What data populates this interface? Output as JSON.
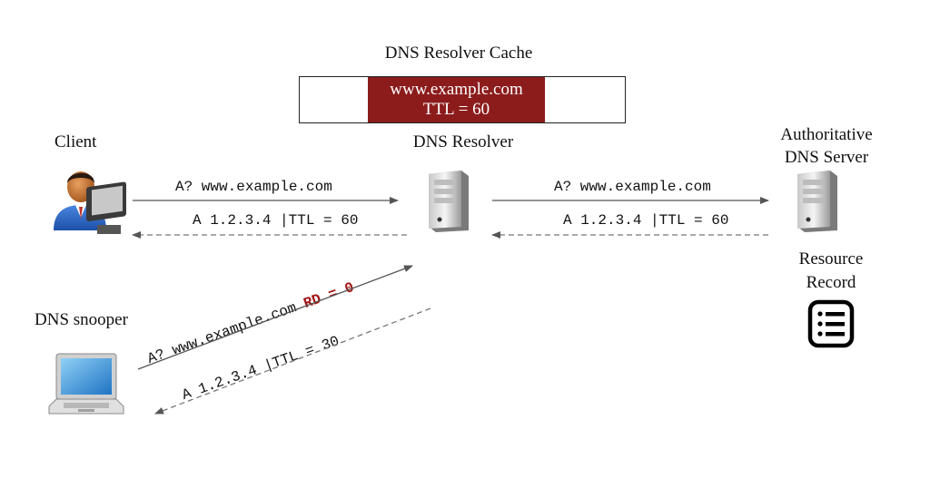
{
  "cache": {
    "title": "DNS Resolver Cache",
    "entry_domain": "www.example.com",
    "entry_ttl": "TTL = 60",
    "entry_color": "#8c1c1c"
  },
  "nodes": {
    "client": "Client",
    "resolver": "DNS Resolver",
    "authoritative_line1": "Authoritative",
    "authoritative_line2": "DNS Server",
    "snooper": "DNS snooper",
    "resource_record_line1": "Resource",
    "resource_record_line2": "Record"
  },
  "messages": {
    "client_query": "A? www.example.com",
    "client_response": "A 1.2.3.4 |TTL = 60",
    "auth_query": "A? www.example.com",
    "auth_response": "A 1.2.3.4 |TTL = 60",
    "snoop_query": "A? www.example.com ",
    "snoop_query_flag": "RD = 0",
    "snoop_response": "A 1.2.3.4 |TTL = 30"
  },
  "icons": {
    "client": "user-at-computer-icon",
    "resolver": "server-icon",
    "authoritative": "server-icon",
    "snooper": "laptop-icon",
    "resource_record": "list-document-icon"
  },
  "colors": {
    "flag": "#a01515",
    "arrow": "#555555"
  }
}
